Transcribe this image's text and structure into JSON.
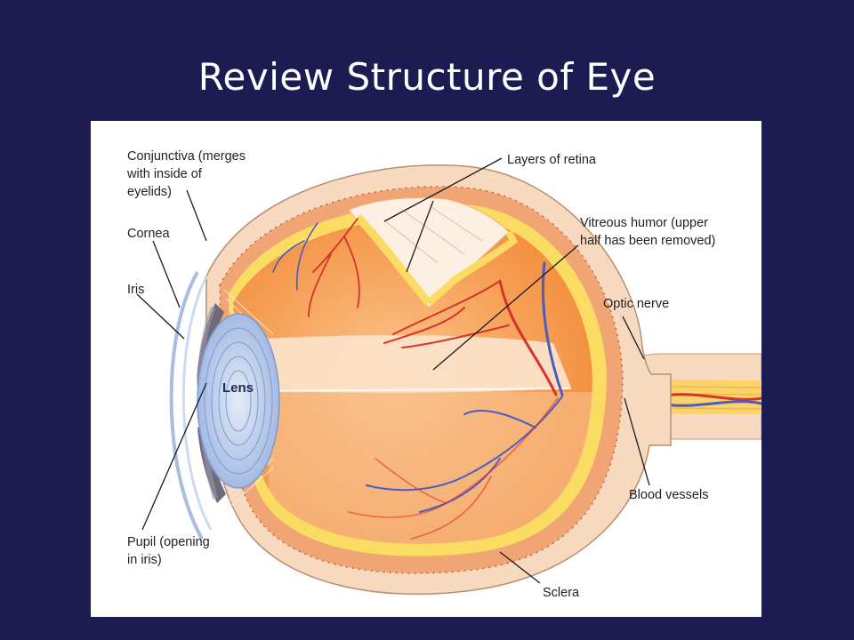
{
  "slide": {
    "title": "Review Structure of Eye"
  },
  "labels": {
    "conjunctiva": [
      "Conjunctiva (merges",
      "with inside of",
      "eyelids)"
    ],
    "cornea": "Cornea",
    "iris": "Iris",
    "lens": "Lens",
    "pupil": [
      "Pupil (opening",
      "in iris)"
    ],
    "layers_of_retina": "Layers of retina",
    "vitreous_humor": [
      "Vitreous humor (upper",
      "half has been removed)"
    ],
    "optic_nerve": "Optic nerve",
    "blood_vessels": "Blood vessels",
    "sclera": "Sclera"
  },
  "colors": {
    "background": "#1d1c52",
    "sclera_outer": "#f7d9c0",
    "choroid": "#f2a574",
    "retina_yellow": "#fbdc62",
    "interior_orange": "#f7a150",
    "vitreous_light": "#f9d6b6",
    "lens_blue": "#a9c1e6",
    "artery_red": "#d8322a",
    "vein_blue": "#4b5cc0"
  }
}
